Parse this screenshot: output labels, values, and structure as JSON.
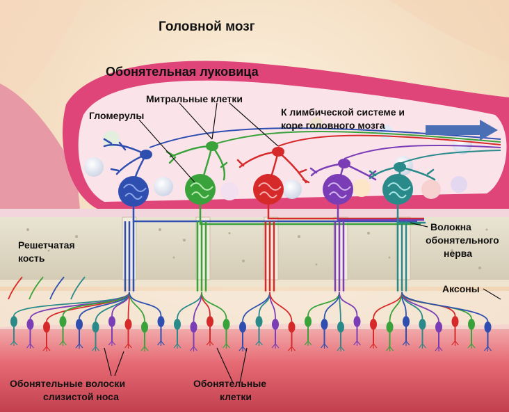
{
  "labels": {
    "brain": "Головной мозг",
    "bulb": "Обонятельная луковица",
    "mitral_cells": "Митральные клетки",
    "glomeruli": "Гломерулы",
    "limbic_line1": "К лимбической системе и",
    "limbic_line2": "коре головного мозга",
    "cribriform_line1": "Решетчатая",
    "cribriform_line2": "кость",
    "nerve_fibers_line1": "Волокна",
    "nerve_fibers_line2": "обонятельного",
    "nerve_fibers_line3": "нерва",
    "axons": "Аксоны",
    "hairs_line1": "Обонятельные волоски",
    "hairs_line2": "слизистой носа",
    "olfactory_cells_line1": "Обонятельные",
    "olfactory_cells_line2": "клетки"
  },
  "colors": {
    "brain": "#f6e3c8",
    "bulb_outline": "#e0457a",
    "bulb_fill": "#fbe3ea",
    "bone": "#ddd6c2",
    "mucosa": "#e46a72",
    "pathway_arrow": "#4a6fb5",
    "blue": "#2f4fb0",
    "green": "#3aa23a",
    "red": "#d62a2a",
    "purple": "#7a3db5",
    "teal": "#2a8a8a"
  },
  "glomeruli": [
    {
      "name": "glomerulus-blue",
      "color": "blue"
    },
    {
      "name": "glomerulus-green",
      "color": "green"
    },
    {
      "name": "glomerulus-red",
      "color": "red"
    },
    {
      "name": "glomerulus-purple",
      "color": "purple"
    },
    {
      "name": "glomerulus-teal",
      "color": "teal"
    }
  ]
}
